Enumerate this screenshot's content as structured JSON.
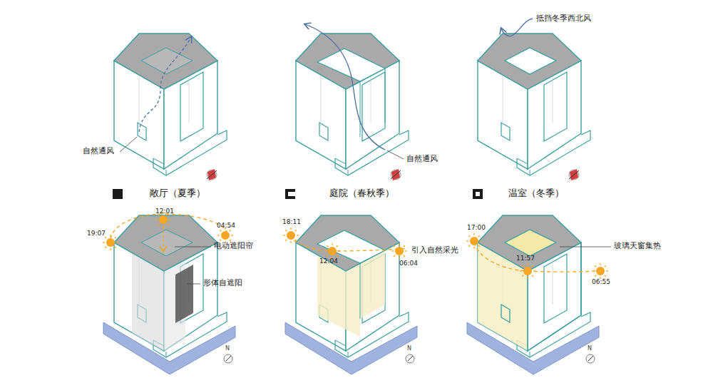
{
  "diagram": {
    "labels": [
      "自然通风",
      "自然通风",
      "抵挡冬季西北风",
      "12:01",
      "19:07",
      "04:54",
      "电动遮阳帘",
      "形体自遮阳",
      "18:11",
      "12:04",
      "06:04",
      "引入自然采光",
      "17:00",
      "11:57",
      "06:55",
      "玻璃天窗集热",
      "N",
      "N",
      "N"
    ],
    "legend": [
      {
        "text": "敞厅（夏季）",
        "color": "#1a1a1a"
      },
      {
        "text": "庭院（春秋季）"
      },
      {
        "text": "温室（冬季）"
      }
    ]
  }
}
